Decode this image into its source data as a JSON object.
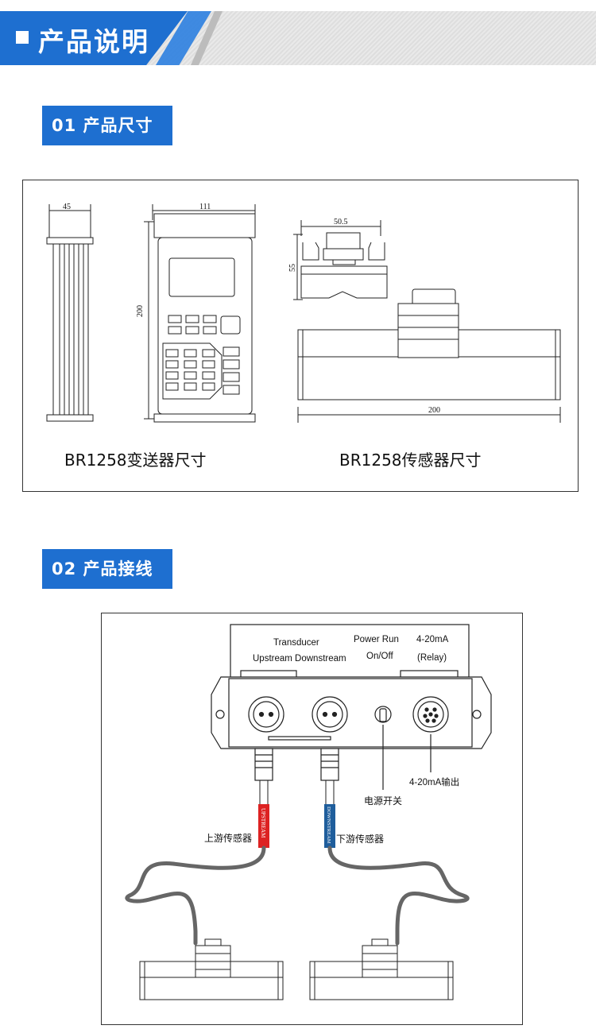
{
  "header": {
    "title": "产品说明"
  },
  "section1": {
    "tag": "01 产品尺寸",
    "dims": {
      "width": "45",
      "front_width": "111",
      "height": "200",
      "sensor_w": "50.5",
      "sensor_h": "55",
      "sensor_len": "200"
    },
    "caption_left": "BR1258变送器尺寸",
    "caption_right": "BR1258传感器尺寸"
  },
  "section2": {
    "tag": "02 产品接线",
    "labels": {
      "transducer": "Transducer",
      "up_down": "Upstream Downstream",
      "power_run": "Power  Run",
      "on_off": "On/Off",
      "ma": "4-20mA",
      "relay": "(Relay)",
      "ma_out": "4-20mA输出",
      "power_switch": "电源开关",
      "upstream_sensor": "上游传感器",
      "downstream_sensor": "下游传感器",
      "cable_up": "UPSTREAM",
      "cable_down": "DOWNSTREAM"
    }
  }
}
